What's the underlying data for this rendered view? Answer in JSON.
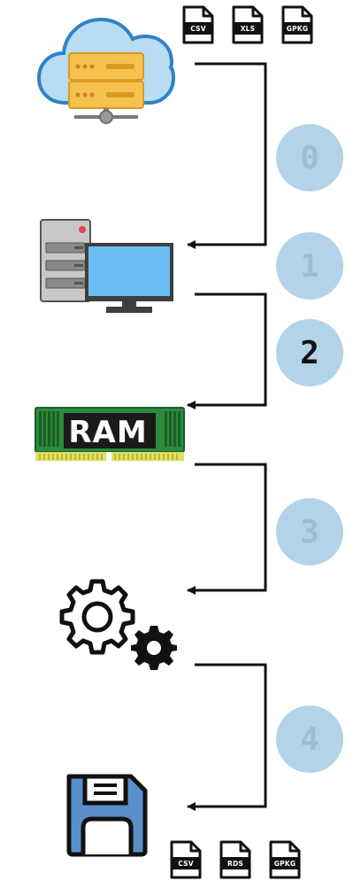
{
  "steps": [
    "0",
    "1",
    "2",
    "3",
    "4"
  ],
  "active_step": 2,
  "source_formats": [
    "CSV",
    "XLS",
    "GPKG"
  ],
  "output_formats": [
    "CSV",
    "RDS",
    "GPKG"
  ],
  "ram_label": "RAM",
  "icons": {
    "source": "cloud-server-icon",
    "computer": "desktop-computer-icon",
    "memory": "ram-module-icon",
    "processing": "gears-icon",
    "output": "floppy-disk-icon",
    "file": "file-icon"
  },
  "colors": {
    "step_circle": "#b3d3e8",
    "step_text": "#9fbdd2",
    "step_active_text": "#111111",
    "cloud": "#b8dcf2",
    "server": "#f6c14e",
    "ram_board": "#2c8a3c",
    "floppy": "#5b8fc9",
    "screen": "#69bdf0",
    "arrow": "#111111"
  }
}
